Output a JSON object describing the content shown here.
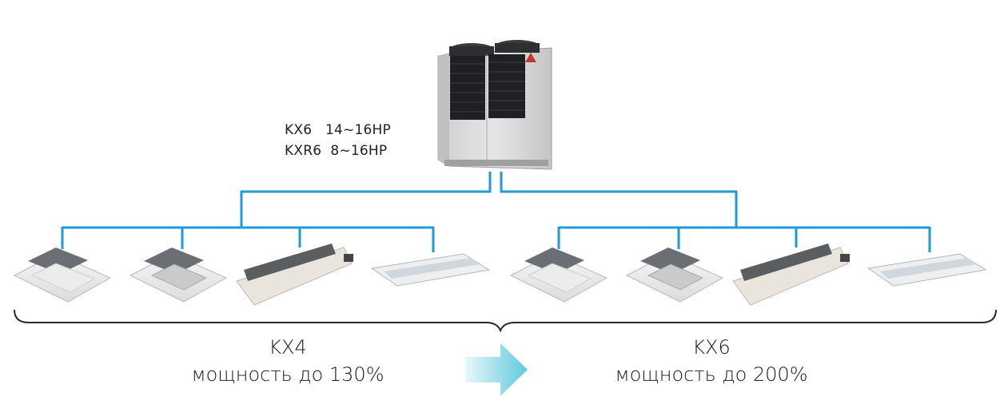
{
  "outdoor_unit": {
    "lines": [
      "KX6   14~16HP",
      "KXR6  8~16HP"
    ]
  },
  "groups": [
    {
      "model": "KX4",
      "capacity": "мощность до 130%"
    },
    {
      "model": "KX6",
      "capacity": "мощность до 200%"
    }
  ],
  "colors": {
    "pipe": "#1e9bd7",
    "arrow": "#5fc9dc",
    "bracket": "#2a2a2a",
    "unit_body": "#d9dadb"
  },
  "icons": {
    "outdoor": "vrf-outdoor-unit-icon",
    "cassette4": "four-way-cassette-icon",
    "cassette1": "one-way-cassette-icon",
    "ceiling": "ceiling-suspended-unit-icon",
    "arrow": "right-arrow-icon"
  }
}
